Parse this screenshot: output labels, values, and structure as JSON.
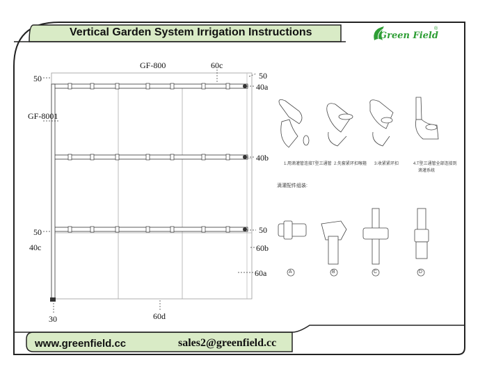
{
  "header": {
    "title": "Vertical Garden System Irrigation Instructions",
    "brand": "Green Field",
    "brand_mark": "®"
  },
  "footer": {
    "website": "www.greenfield.cc",
    "email": "sales2@greenfield.cc"
  },
  "diagram": {
    "labels": {
      "model_main": "GF-800",
      "model_side": "GF-8001",
      "l60c": "60c",
      "l50_tl": "50",
      "l50_tr": "50",
      "l40a": "40a",
      "l40b": "40b",
      "l50_ml": "50",
      "l50_mr": "50",
      "l40c": "40c",
      "l60b": "60b",
      "l60a": "60a",
      "l30": "30",
      "l60d": "60d"
    },
    "steps": {
      "s1": "1.用滴灌管连接T型三通管",
      "s2": "2.先套紧环扣喉箍",
      "s3": "3.收紧紧环扣",
      "s4a": "4.T型三通管全部连接到",
      "s4b": "滴灌系统",
      "fittings_title": "滴灌配件组装:"
    },
    "fittings": [
      "A",
      "B",
      "C",
      "D"
    ]
  },
  "colors": {
    "green_bar": "#d9ebc6",
    "brand_green": "#2e9e35",
    "line": "#333333"
  }
}
